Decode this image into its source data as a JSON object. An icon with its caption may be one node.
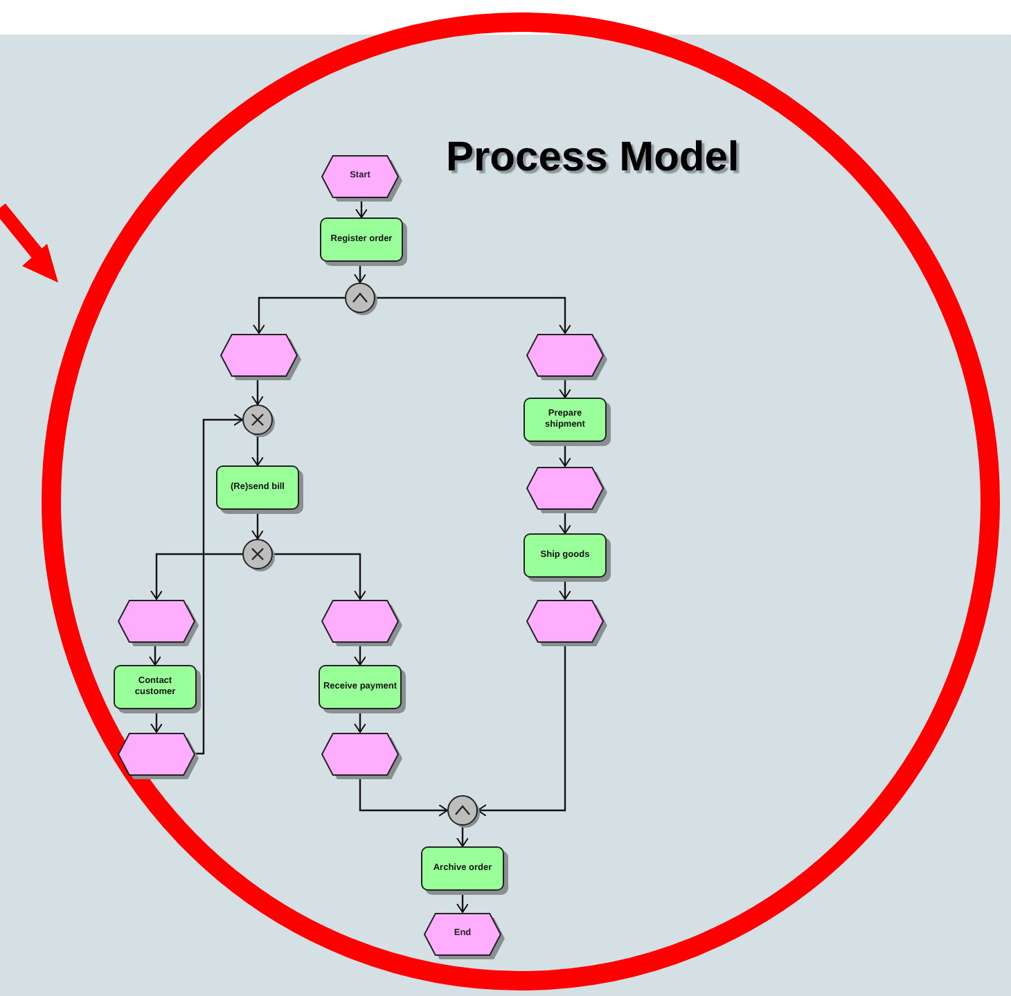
{
  "diagram": {
    "title": "Process Model",
    "nodes": [
      {
        "text": [
          "Start"
        ]
      },
      {
        "text": [
          "Register order"
        ]
      },
      {
        "text": [],
        "shape": "circle"
      },
      {
        "text": [],
        "shape": "hexagon"
      },
      {
        "text": [],
        "shape": "hexagon"
      },
      {
        "text": [],
        "shape": "circle"
      },
      {
        "text": [
          "Prepare shipment"
        ]
      },
      {
        "text": [
          "(Re)send bill"
        ]
      },
      {
        "text": [],
        "shape": "hexagon"
      },
      {
        "text": [],
        "shape": "circle"
      },
      {
        "text": [
          "Ship goods"
        ]
      },
      {
        "text": [],
        "shape": "hexagon"
      },
      {
        "text": [],
        "shape": "hexagon"
      },
      {
        "text": [],
        "shape": "hexagon"
      },
      {
        "text": [
          "Contact customer"
        ]
      },
      {
        "text": [
          "Receive payment"
        ]
      },
      {
        "text": [],
        "shape": "hexagon"
      },
      {
        "text": [],
        "shape": "hexagon"
      },
      {
        "text": [],
        "shape": "circle"
      },
      {
        "text": [
          "Archive order"
        ]
      },
      {
        "text": [
          "End"
        ]
      }
    ],
    "edges": [
      {
        "from": 0,
        "to": 1,
        "arrow": "to"
      },
      {
        "from": 1,
        "to": 2,
        "arrow": "to"
      },
      {
        "from": 2,
        "to": 3,
        "arrow": "to"
      },
      {
        "from": 2,
        "to": 4,
        "arrow": "to"
      },
      {
        "from": 3,
        "to": 5,
        "arrow": "to"
      },
      {
        "from": 5,
        "to": 7,
        "arrow": "to"
      },
      {
        "from": 7,
        "to": 9,
        "arrow": "to"
      },
      {
        "from": 9,
        "to": 11,
        "arrow": "to"
      },
      {
        "from": 9,
        "to": 12,
        "arrow": "to"
      },
      {
        "from": 11,
        "to": 14,
        "arrow": "to"
      },
      {
        "from": 14,
        "to": 16,
        "arrow": "to"
      },
      {
        "from": 16,
        "to": 5,
        "arrow": "to"
      },
      {
        "from": 12,
        "to": 15,
        "arrow": "to"
      },
      {
        "from": 15,
        "to": 17,
        "arrow": "to"
      },
      {
        "from": 17,
        "to": 18,
        "arrow": "to"
      },
      {
        "from": 4,
        "to": 6,
        "arrow": "to"
      },
      {
        "from": 6,
        "to": 8,
        "arrow": "to"
      },
      {
        "from": 8,
        "to": 10,
        "arrow": "to"
      },
      {
        "from": 10,
        "to": 13,
        "arrow": "to"
      },
      {
        "from": 13,
        "to": 18,
        "arrow": "to"
      },
      {
        "from": 18,
        "to": 19,
        "arrow": "to"
      },
      {
        "from": 19,
        "to": 20,
        "arrow": "to"
      }
    ]
  }
}
